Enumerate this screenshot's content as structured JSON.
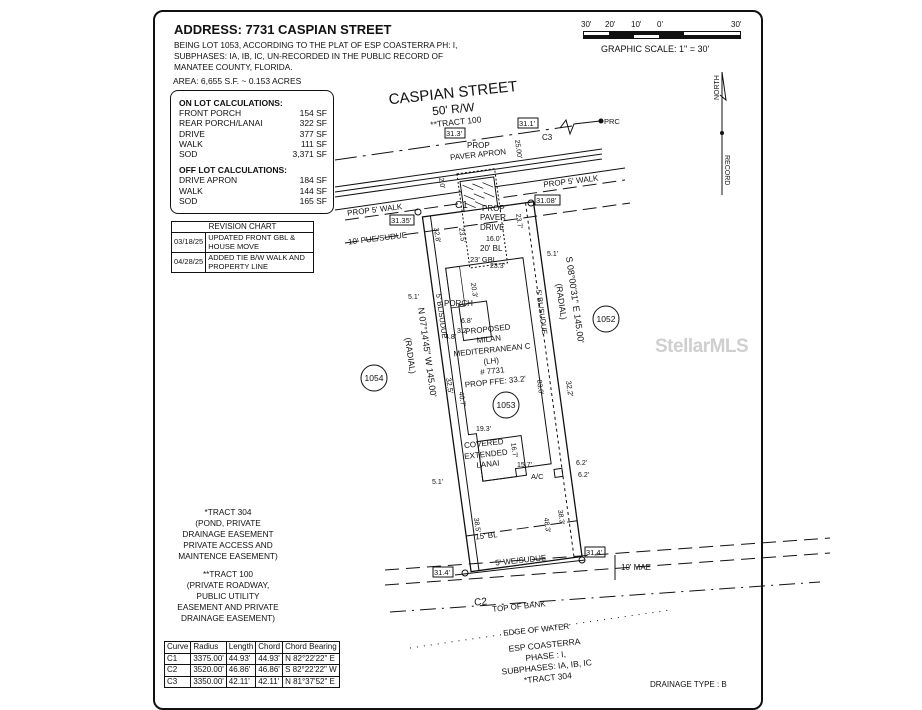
{
  "header": {
    "address": "ADDRESS: 7731 CASPIAN STREET",
    "legal": "BEING LOT 1053, ACCORDING TO THE PLAT OF ESP COASTERRA PH: I, SUBPHASES: IA, IB, IC, UN-RECORDED IN THE PUBLIC RECORD OF MANATEE COUNTY, FLORIDA.",
    "area": "AREA: 6,655 S.F. ~ 0.153 ACRES"
  },
  "on_lot": {
    "title": "ON LOT CALCULATIONS:",
    "rows": [
      {
        "label": "FRONT PORCH",
        "value": "154 SF"
      },
      {
        "label": "REAR PORCH/LANAI",
        "value": "322 SF"
      },
      {
        "label": "DRIVE",
        "value": "377 SF"
      },
      {
        "label": "WALK",
        "value": "111 SF"
      },
      {
        "label": "SOD",
        "value": "3,371 SF"
      }
    ]
  },
  "off_lot": {
    "title": "OFF LOT CALCULATIONS:",
    "rows": [
      {
        "label": "DRIVE APRON",
        "value": "184 SF"
      },
      {
        "label": "WALK",
        "value": "144 SF"
      },
      {
        "label": "SOD",
        "value": "165 SF"
      }
    ]
  },
  "revision_chart": {
    "title": "REVISION CHART",
    "rows": [
      {
        "date": "03/18/25",
        "desc": "UPDATED FRONT GBL & HOUSE MOVE"
      },
      {
        "date": "04/28/25",
        "desc": "ADDED TIE B/W WALK AND PROPERTY LINE"
      }
    ]
  },
  "notes": {
    "tract304": [
      "*TRACT 304",
      "(POND, PRIVATE",
      "DRAINAGE EASEMENT",
      "PRIVATE ACCESS AND",
      "MAINTENCE EASEMENT)"
    ],
    "tract100": [
      "**TRACT 100",
      "(PRIVATE ROADWAY,",
      "PUBLIC UTILITY",
      "EASEMENT AND PRIVATE",
      "DRAINAGE EASEMENT)"
    ]
  },
  "curve_table": {
    "headers": [
      "Curve",
      "Radius",
      "Length",
      "Chord",
      "Chord Bearing"
    ],
    "rows": [
      [
        "C1",
        "3375.00'",
        "44.93'",
        "44.93'",
        "N 82°22'22\" E"
      ],
      [
        "C2",
        "3520.00'",
        "46.86'",
        "46.86'",
        "S 82°22'22\" W"
      ],
      [
        "C3",
        "3350.00'",
        "42.11'",
        "42.11'",
        "N 81°37'52\" E"
      ]
    ]
  },
  "scale": {
    "ticks": [
      "30'",
      "20'",
      "10'",
      "0'",
      "30'"
    ],
    "label": "GRAPHIC SCALE: 1\" = 30'"
  },
  "north": {
    "north": "NORTH",
    "record": "RECORD"
  },
  "drawing": {
    "street": "CASPIAN STREET",
    "row": "50' R/W",
    "tract100": "**TRACT 100",
    "prc": "PRC",
    "c1": "C1",
    "c2": "C2",
    "c3": "C3",
    "apron": [
      "PROP",
      "PAVER APRON"
    ],
    "walk_left": "PROP 5' WALK",
    "walk_right": "PROP 5' WALK",
    "pue": "10' PUE/SUDUE",
    "drive": [
      "PROP",
      "PAVER",
      "DRIVE"
    ],
    "bl20": "20' BL",
    "gbl": "23' GBL",
    "porch": "PORCH",
    "house": [
      "PROPOSED",
      "MILAN",
      "MEDITERRANEAN C",
      "(LH)",
      "# 7731",
      "PROP FFE: 33.2'"
    ],
    "lanai": [
      "COVERED",
      "EXTENDED",
      "LANAI"
    ],
    "ac": "A/C",
    "bl_side": "5' BL/SUDUE",
    "bl15": "15' BL",
    "we": "5' WE/SUDUE",
    "mae": "10' MAE",
    "top_bank": "TOP OF BANK",
    "edge_water": "EDGE OF WATER",
    "subdivision": [
      "ESP COASTERRA",
      "PHASE : I,",
      "SUBPHASES: IA, IB, IC",
      "*TRACT 304"
    ],
    "bearing_left": "N 07°14'45\" W  145.00'",
    "bearing_right": "S 08°00'31\" E  145.00'",
    "radial": "(RADIAL)",
    "lots": [
      "1052",
      "1053",
      "1054"
    ],
    "elevations": [
      "31.3'",
      "31.1'",
      "31.35'",
      "31.08'",
      "32.5'",
      "32.2'",
      "31.4'",
      "31.4'"
    ],
    "dims": [
      "25.00'",
      "2.0'",
      "32.8'",
      "23.5'",
      "16.0'",
      "23.7'",
      "23.3'",
      "5.1'",
      "20.3'",
      "6.8'",
      "4.8'",
      "3.2'",
      "40.7'",
      "83.0'",
      "19.3'",
      "16.7'",
      "15.7'",
      "6.2'",
      "6.2'",
      "5.1'",
      "5.1'",
      "38.5'",
      "48.3'",
      "38.3'"
    ]
  },
  "drainage": "DRAINAGE TYPE : B",
  "watermark": "StellarMLS"
}
